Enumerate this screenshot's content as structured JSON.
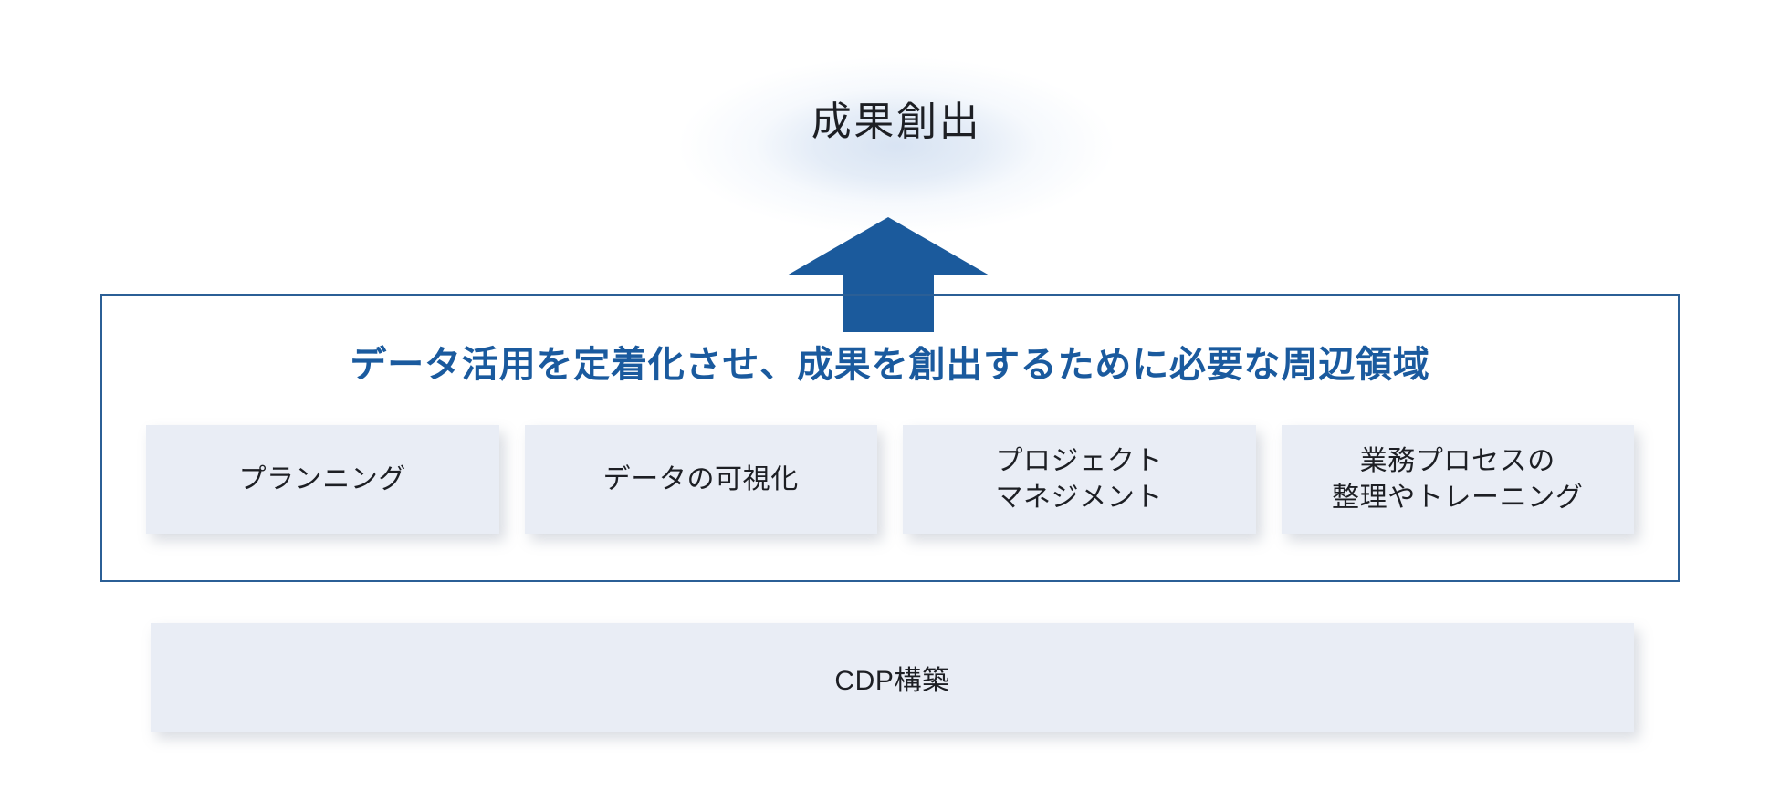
{
  "diagram": {
    "outcome": {
      "label": "成果創出",
      "glow_color": "#dbe6f4",
      "text_color": "#1d1f24"
    },
    "arrow": {
      "icon": "arrow-up-icon",
      "color": "#1b5a9c",
      "direction": "up"
    },
    "region": {
      "title": "データ活用を定着化させ、成果を創出するために必要な周辺領域",
      "title_color": "#1a5a9e",
      "border_color": "#2b5f96",
      "cards": [
        {
          "label": "プランニング"
        },
        {
          "label": "データの可視化"
        },
        {
          "label": "プロジェクト\nマネジメント"
        },
        {
          "label": "業務プロセスの\n整理やトレーニング"
        }
      ],
      "card_fill": "#e9edf5"
    },
    "foundation": {
      "label": "CDP構築",
      "fill": "#e9edf5",
      "text_color": "#1d1f24"
    }
  }
}
